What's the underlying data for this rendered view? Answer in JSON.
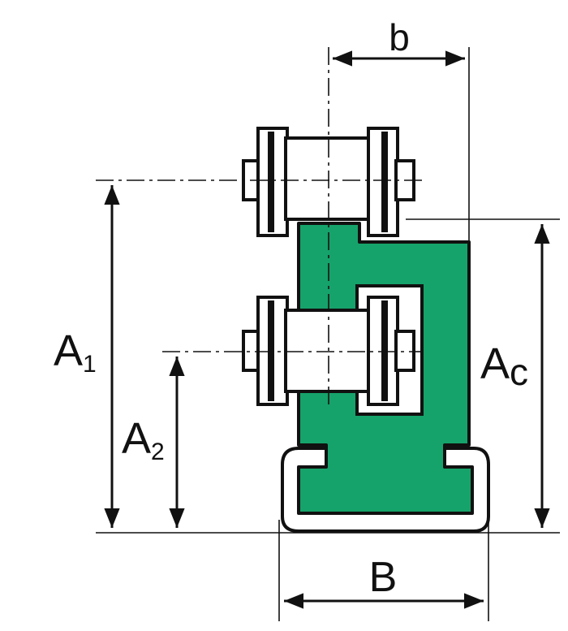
{
  "diagram": {
    "labels": {
      "b": "b",
      "A1_main": "A",
      "A1_sub": "1",
      "A2_main": "A",
      "A2_sub": "2",
      "Ac_main": "A",
      "Ac_sub": "c",
      "B": "B"
    },
    "colors": {
      "profile_fill": "#16a36b",
      "line": "#111111",
      "roller_fill": "#ffffff",
      "background": "#ffffff"
    }
  }
}
